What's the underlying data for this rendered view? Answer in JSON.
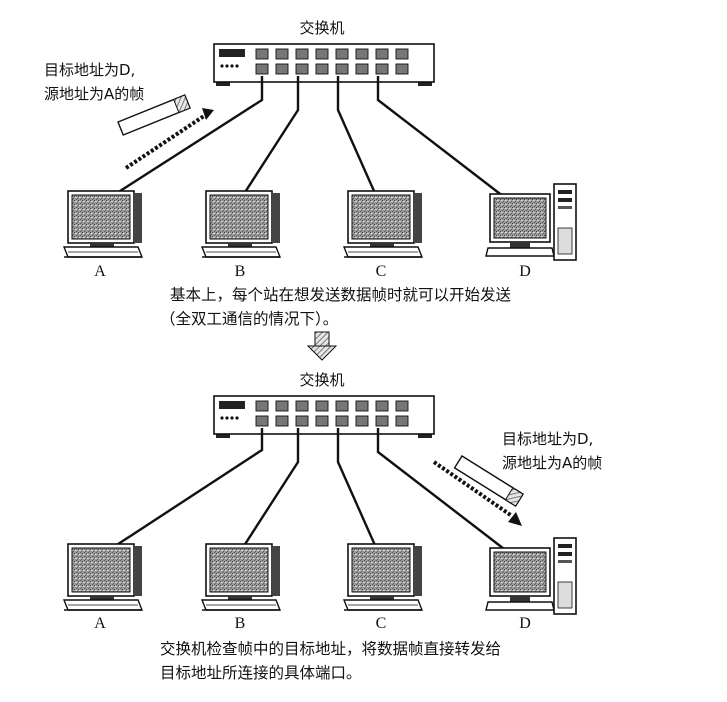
{
  "top": {
    "switch_label": "交换机",
    "frame_label_line1": "目标地址为D,",
    "frame_label_line2": "源地址为A的帧",
    "pc_labels": [
      "A",
      "B",
      "C",
      "D"
    ],
    "caption_line1": "基本上，每个站在想发送数据帧时就可以开始发送",
    "caption_line2": "（全双工通信的情况下）。"
  },
  "bottom": {
    "switch_label": "交换机",
    "frame_label_line1": "目标地址为D,",
    "frame_label_line2": "源地址为A的帧",
    "pc_labels": [
      "A",
      "B",
      "C",
      "D"
    ],
    "caption_line1": "交换机检查帧中的目标地址，将数据帧直接转发给",
    "caption_line2": "目标地址所连接的具体端口。"
  },
  "icons": {
    "switch": "network-switch-icon",
    "computer": "desktop-computer-icon",
    "tower": "tower-computer-icon",
    "frame": "data-frame-icon",
    "arrow": "down-arrow-icon"
  },
  "colors": {
    "ink": "#111111",
    "screen": "#8a8a8a",
    "background": "#ffffff"
  }
}
